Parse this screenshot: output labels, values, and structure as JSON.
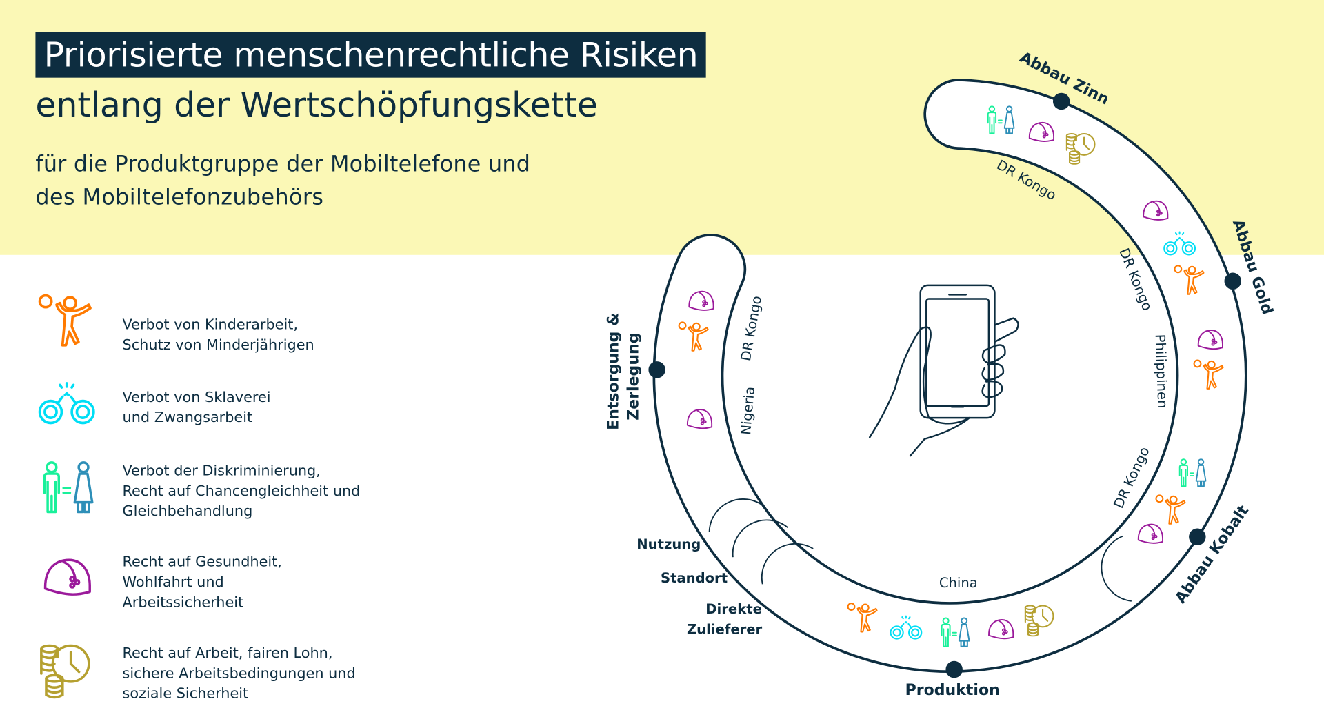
{
  "header": {
    "title_line1": "Priorisierte menschenrechtliche Risiken",
    "title_line2": "entlang der Wertschöpfungskette",
    "subtitle_line1": "für die Produktgruppe der Mobiltelefone und",
    "subtitle_line2": "des Mobiltelefonzubehörs"
  },
  "legend": [
    {
      "icon": "child-labor-icon",
      "lines": [
        "Verbot von Kinderarbeit,",
        "Schutz von Minderjährigen"
      ]
    },
    {
      "icon": "handcuffs-icon",
      "lines": [
        "Verbot von Sklaverei",
        "und Zwangsarbeit"
      ]
    },
    {
      "icon": "equality-icon",
      "lines": [
        "Verbot der Diskriminierung,",
        "Recht auf Chancengleichheit und",
        "Gleichbehandlung"
      ]
    },
    {
      "icon": "helmet-icon",
      "lines": [
        "Recht auf Gesundheit,",
        "Wohlfahrt und",
        "Arbeitssicherheit"
      ]
    },
    {
      "icon": "coins-clock-icon",
      "lines": [
        "Recht auf Arbeit, fairen Lohn,",
        "sichere Arbeitsbedingungen und",
        "soziale Sicherheit"
      ]
    }
  ],
  "stages": {
    "zinn": "Abbau Zinn",
    "gold": "Abbau Gold",
    "kobalt": "Abbau Kobalt",
    "produktion": "Produktion",
    "entsorgung": [
      "Entsorgung &",
      "Zerlegung"
    ],
    "nutzung": "Nutzung",
    "standort": "Standort",
    "zulieferer": [
      "Direkte",
      "Zulieferer"
    ]
  },
  "countries": {
    "zinn": "DR Kongo",
    "gold": "DR Kongo",
    "gold2": "Philippinen",
    "kobalt": "DR Kongo",
    "produktion": "China",
    "entsorgung1": "DR Kongo",
    "entsorgung2": "Nigeria"
  },
  "colors": {
    "background_top": "#fbf8b6",
    "dark": "#0d2d40",
    "child": "#ff7a00",
    "cuffs": "#00def5",
    "equality_a": "#19f09a",
    "equality_b": "#2e8fb8",
    "helmet": "#9b1a9b",
    "coins": "#b5a030"
  }
}
